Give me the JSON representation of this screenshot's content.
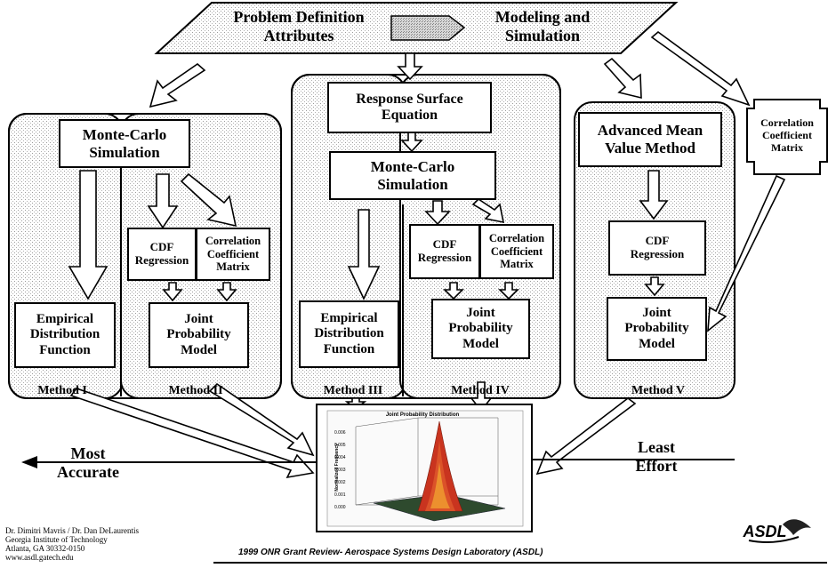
{
  "header": {
    "left": "Problem Definition\nAttributes",
    "right": "Modeling and\nSimulation"
  },
  "method1": {
    "monte_carlo": "Monte-Carlo\nSimulation",
    "empirical": "Empirical\nDistribution\nFunction",
    "label": "Method I"
  },
  "method2": {
    "cdf": "CDF\nRegression",
    "corr": "Correlation\nCoefficient\nMatrix",
    "joint": "Joint\nProbability\nModel",
    "label": "Method II"
  },
  "method3": {
    "rse": "Response Surface\nEquation",
    "monte_carlo": "Monte-Carlo\nSimulation",
    "empirical": "Empirical\nDistribution\nFunction",
    "label": "Method III"
  },
  "method4": {
    "cdf": "CDF\nRegression",
    "corr": "Correlation\nCoefficient\nMatrix",
    "joint": "Joint\nProbability\nModel",
    "label": "Method IV"
  },
  "method5": {
    "amv": "Advanced Mean\nValue Method",
    "cdf": "CDF\nRegression",
    "joint": "Joint\nProbability\nModel",
    "label": "Method V"
  },
  "side_matrix": "Correlation\nCoefficient\nMatrix",
  "scale": {
    "most": "Most\nAccurate",
    "least": "Least\nEffort"
  },
  "plot": {
    "title": "Joint Probability Distribution",
    "ylabel": "Normalized Frequency",
    "ticks": [
      "0.006",
      "0.005",
      "0.004",
      "0.003",
      "0.002",
      "0.001",
      "0.000"
    ]
  },
  "footer": {
    "authors": "Dr. Dimitri Mavris / Dr. Dan DeLaurentis\nGeorgia Institute of Technology\nAtlanta, GA 30332-0150\nwww.asdl.gatech.edu",
    "center": "1999 ONR Grant Review- Aerospace Systems Design Laboratory (ASDL)",
    "logo": "ASDL"
  }
}
